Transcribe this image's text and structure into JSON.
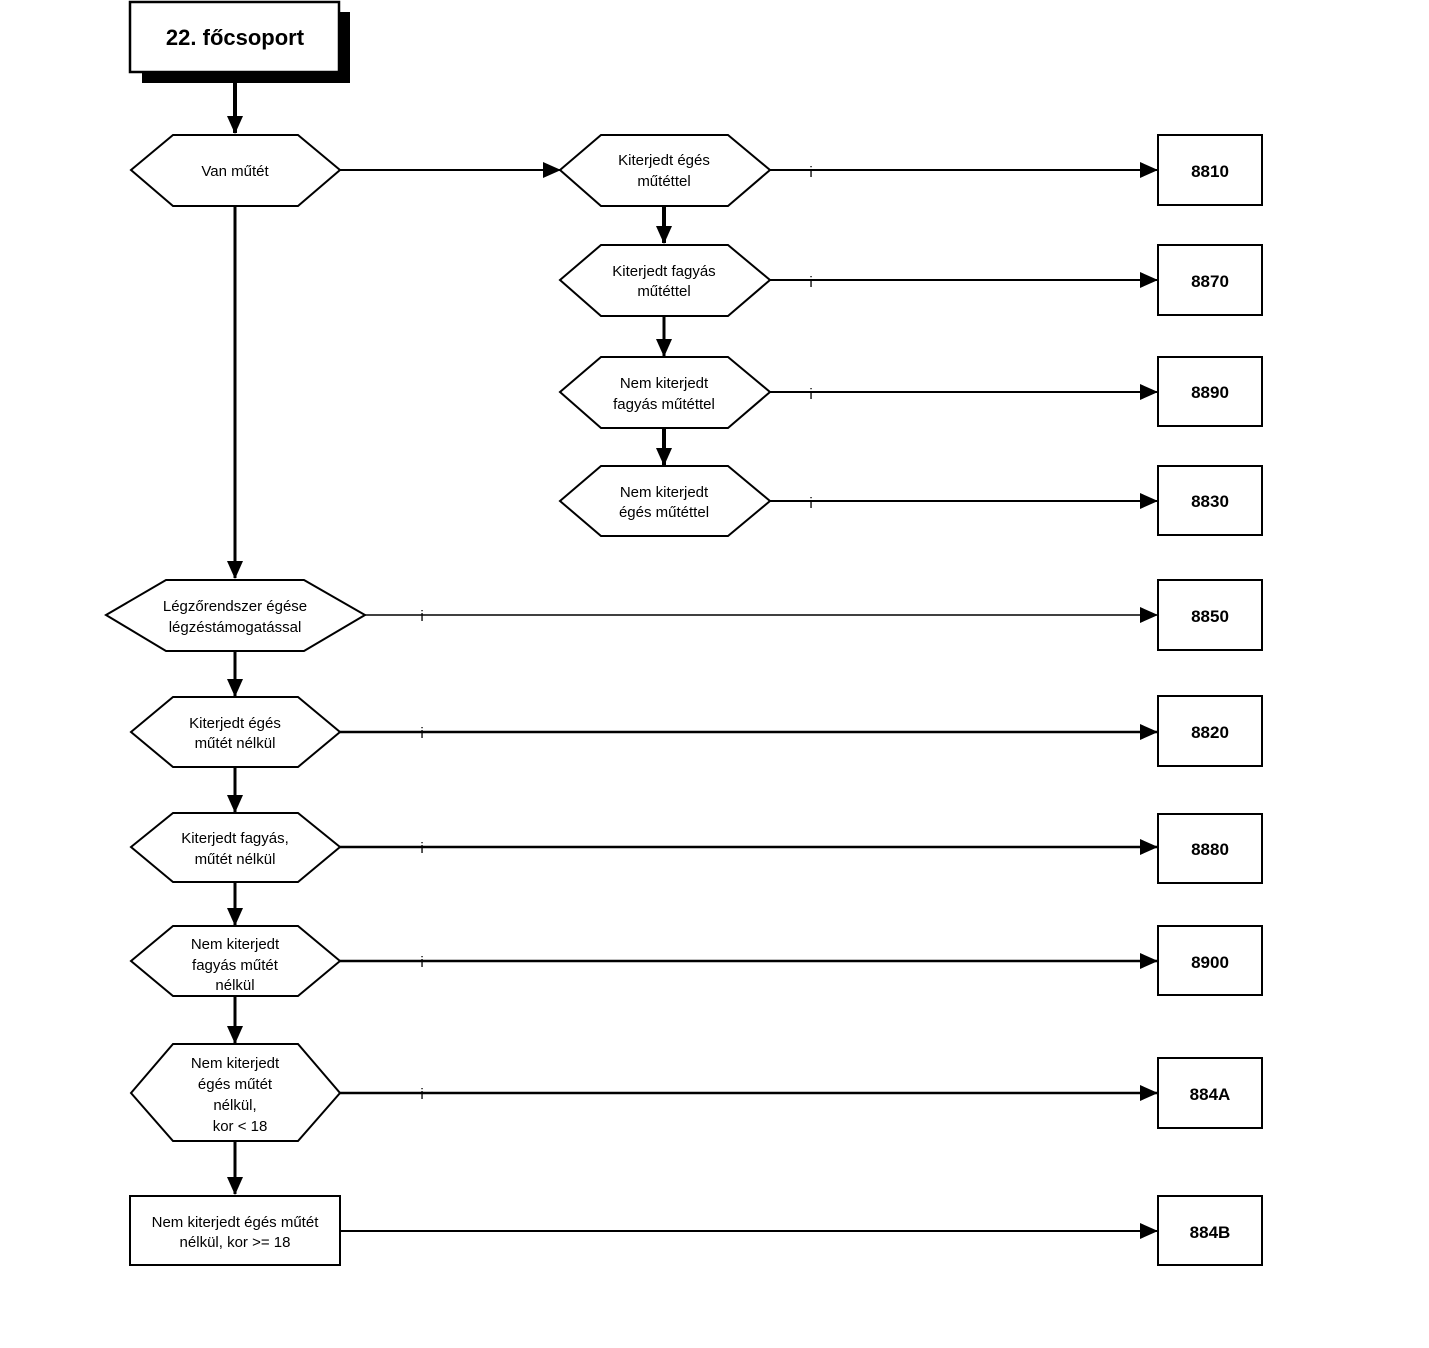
{
  "title": "22. főcsoport",
  "edge_label": "i",
  "decisions": {
    "van_mutet": [
      "Van műtét"
    ],
    "kiterjedt_eges_mutettel": [
      "Kiterjedt égés",
      "műtéttel"
    ],
    "kiterjedt_fagyas_mutettel": [
      "Kiterjedt fagyás",
      "műtéttel"
    ],
    "nem_kiterjedt_fagyas_mutettel": [
      "Nem kiterjedt",
      "fagyás műtéttel"
    ],
    "nem_kiterjedt_eges_mutettel": [
      "Nem kiterjedt",
      "égés műtéttel"
    ],
    "legzorendszer": [
      "Légzőrendszer égése",
      "légzéstámogatással"
    ],
    "kiterjedt_eges_mutet_nelkul": [
      "Kiterjedt égés",
      "műtét nélkül"
    ],
    "kiterjedt_fagyas_mutet_nelkul": [
      "Kiterjedt fagyás,",
      "műtét nélkül"
    ],
    "nem_kiterjedt_fagyas_mutet_nelkul": [
      "Nem kiterjedt",
      "fagyás műtét",
      "nélkül"
    ],
    "nem_kiterjedt_eges_mutet_nelkul_kor18": [
      "Nem kiterjedt",
      "égés műtét",
      "nélkül,",
      "kor <  18"
    ]
  },
  "final_box": [
    "Nem kiterjedt égés műtét",
    "nélkül, kor >= 18"
  ],
  "codes": {
    "c8810": "8810",
    "c8870": "8870",
    "c8890": "8890",
    "c8830": "8830",
    "c8850": "8850",
    "c8820": "8820",
    "c8880": "8880",
    "c8900": "8900",
    "c884A": "884A",
    "c884B": "884B"
  }
}
